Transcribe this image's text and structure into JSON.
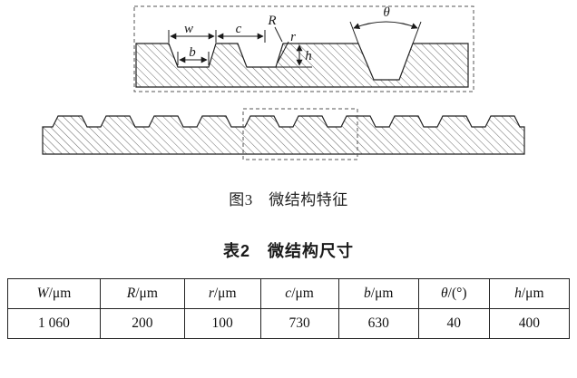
{
  "figure": {
    "caption": "图3　微结构特征",
    "labels": {
      "w": "w",
      "c": "c",
      "R": "R",
      "r": "r",
      "h": "h",
      "b": "b",
      "theta": "θ"
    }
  },
  "table": {
    "title": "表2　微结构尺寸",
    "headers": [
      {
        "sym": "W",
        "unit": "/μm"
      },
      {
        "sym": "R",
        "unit": "/μm"
      },
      {
        "sym": "r",
        "unit": "/μm"
      },
      {
        "sym": "c",
        "unit": "/μm"
      },
      {
        "sym": "b",
        "unit": "/μm"
      },
      {
        "sym": "θ",
        "unit": "/(°)"
      },
      {
        "sym": "h",
        "unit": "/μm"
      }
    ],
    "values": [
      "1 060",
      "200",
      "100",
      "730",
      "630",
      "40",
      "400"
    ]
  }
}
